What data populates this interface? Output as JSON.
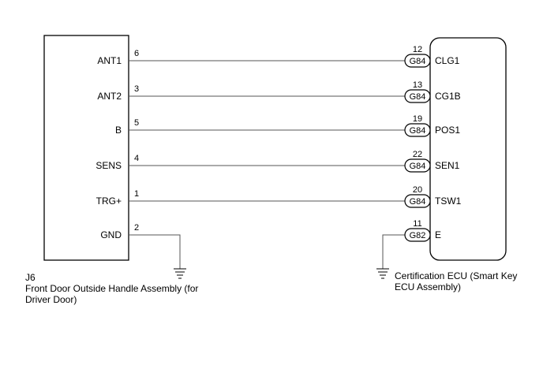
{
  "left_component": {
    "code": "J6",
    "name_line1": "Front Door Outside Handle Assembly (for",
    "name_line2": "Driver Door)",
    "pins": [
      {
        "label": "ANT1",
        "number": "6"
      },
      {
        "label": "ANT2",
        "number": "3"
      },
      {
        "label": "B",
        "number": "5"
      },
      {
        "label": "SENS",
        "number": "4"
      },
      {
        "label": "TRG+",
        "number": "1"
      },
      {
        "label": "GND",
        "number": "2"
      }
    ]
  },
  "right_component": {
    "name_line1": "Certification ECU (Smart Key",
    "name_line2": "ECU Assembly)",
    "pins": [
      {
        "label": "CLG1",
        "number": "12",
        "connector": "G84"
      },
      {
        "label": "CG1B",
        "number": "13",
        "connector": "G84"
      },
      {
        "label": "POS1",
        "number": "19",
        "connector": "G84"
      },
      {
        "label": "SEN1",
        "number": "22",
        "connector": "G84"
      },
      {
        "label": "TSW1",
        "number": "20",
        "connector": "G84"
      },
      {
        "label": "E",
        "number": "11",
        "connector": "G82"
      }
    ]
  }
}
